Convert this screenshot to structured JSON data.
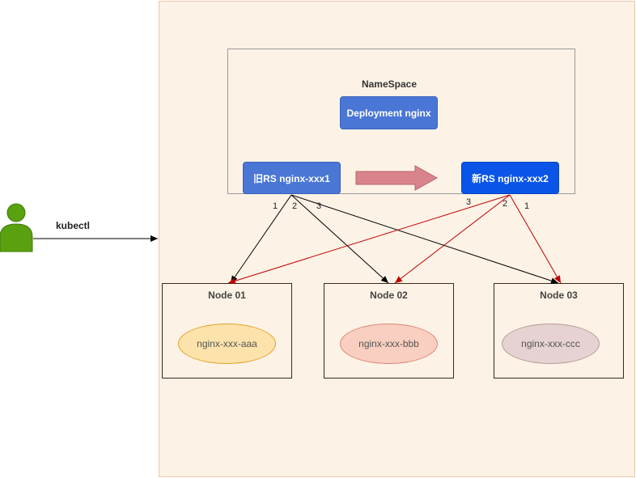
{
  "user": {
    "label": "kubectl"
  },
  "namespace": {
    "label": "NameSpace"
  },
  "deployment": {
    "label": "Deployment  nginx"
  },
  "old_rs": {
    "label": "旧RS  nginx-xxx1"
  },
  "new_rs": {
    "label": "新RS  nginx-xxx2"
  },
  "nodes": [
    {
      "label": "Node 01",
      "pod": "nginx-xxx-aaa",
      "pod_color": "#fde3ab"
    },
    {
      "label": "Node 02",
      "pod": "nginx-xxx-bbb",
      "pod_color": "#f8cfc0"
    },
    {
      "label": "Node 03",
      "pod": "nginx-xxx-ccc",
      "pod_color": "#e6d2d2"
    }
  ],
  "old_order": [
    "1",
    "2",
    "3"
  ],
  "new_order": [
    "3",
    "2",
    "1"
  ],
  "colors": {
    "old_edges": "#000000",
    "new_edges": "#c00000",
    "arrow_fill": "#d9848c",
    "user": "#5aa10f"
  }
}
